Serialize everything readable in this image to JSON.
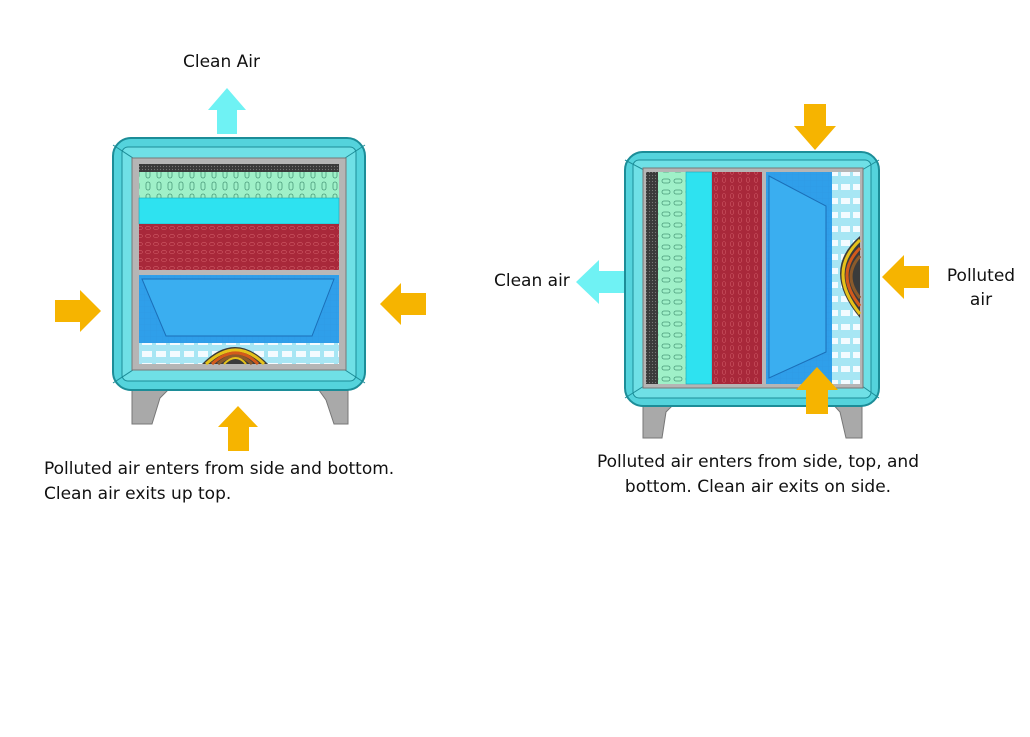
{
  "colors": {
    "housing": "#54d3dc",
    "housing_edge": "#1c8d98",
    "frame": "#b5b5b5",
    "green_filter": "#9ff0c8",
    "cyan_filter": "#2ee2f0",
    "red_filter": "#a8283a",
    "blue_filter": "#2f9fea",
    "legs": "#a9a9a9",
    "inflow_arrow": "#f6b400",
    "outflow_arrow": "#6ff2f4"
  },
  "icons": [
    "arrow-up-icon",
    "arrow-down-icon",
    "arrow-left-icon",
    "arrow-right-icon"
  ],
  "unit_left": {
    "outlet_label": "Clean Air",
    "caption_line1": "Polluted air enters from side and bottom.",
    "caption_line2": "Clean air exits up top."
  },
  "unit_right": {
    "outlet_label": "Clean air",
    "inlet_label_line1": "Polluted",
    "inlet_label_line2": "air",
    "caption_line1": "Polluted air enters from side, top, and",
    "caption_line2": "bottom. Clean air exits on side."
  }
}
